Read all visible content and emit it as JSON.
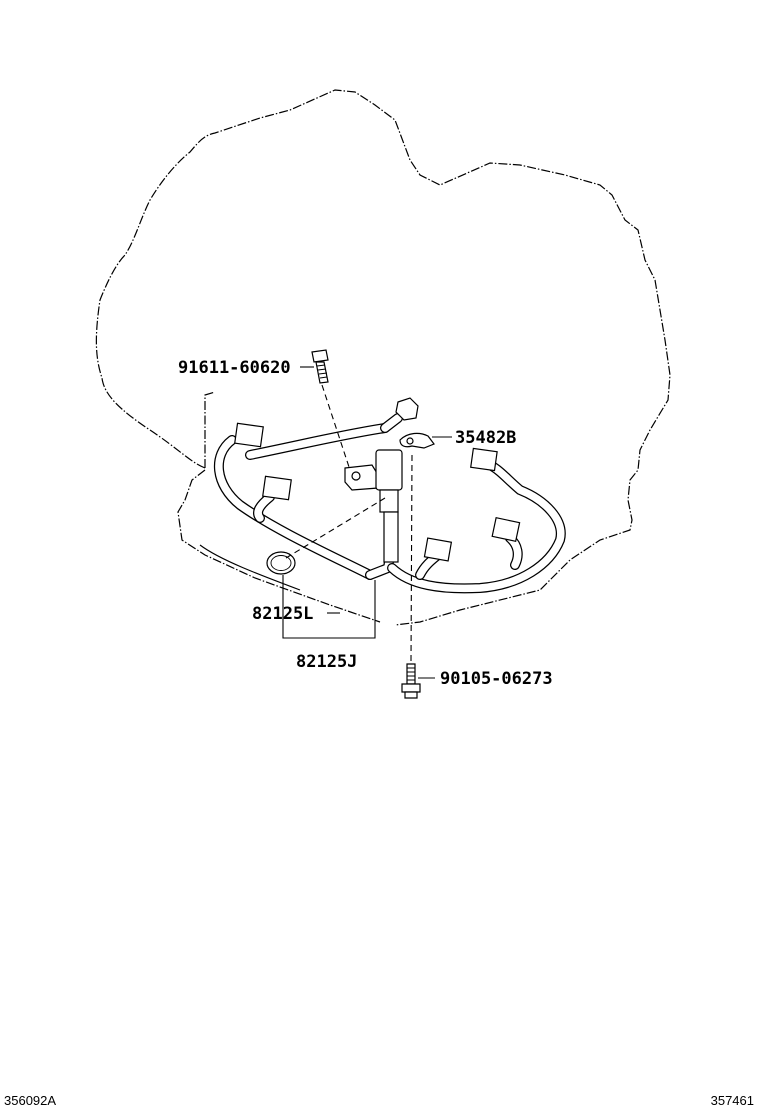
{
  "parts": [
    {
      "number": "91611-60620",
      "role": "bolt"
    },
    {
      "number": "35482B",
      "role": "clamp"
    },
    {
      "number": "82125L",
      "role": "o-ring"
    },
    {
      "number": "82125J",
      "role": "wire-harness"
    },
    {
      "number": "90105-06273",
      "role": "bolt"
    }
  ],
  "footer": {
    "left_code": "356092A",
    "right_code": "357461"
  }
}
